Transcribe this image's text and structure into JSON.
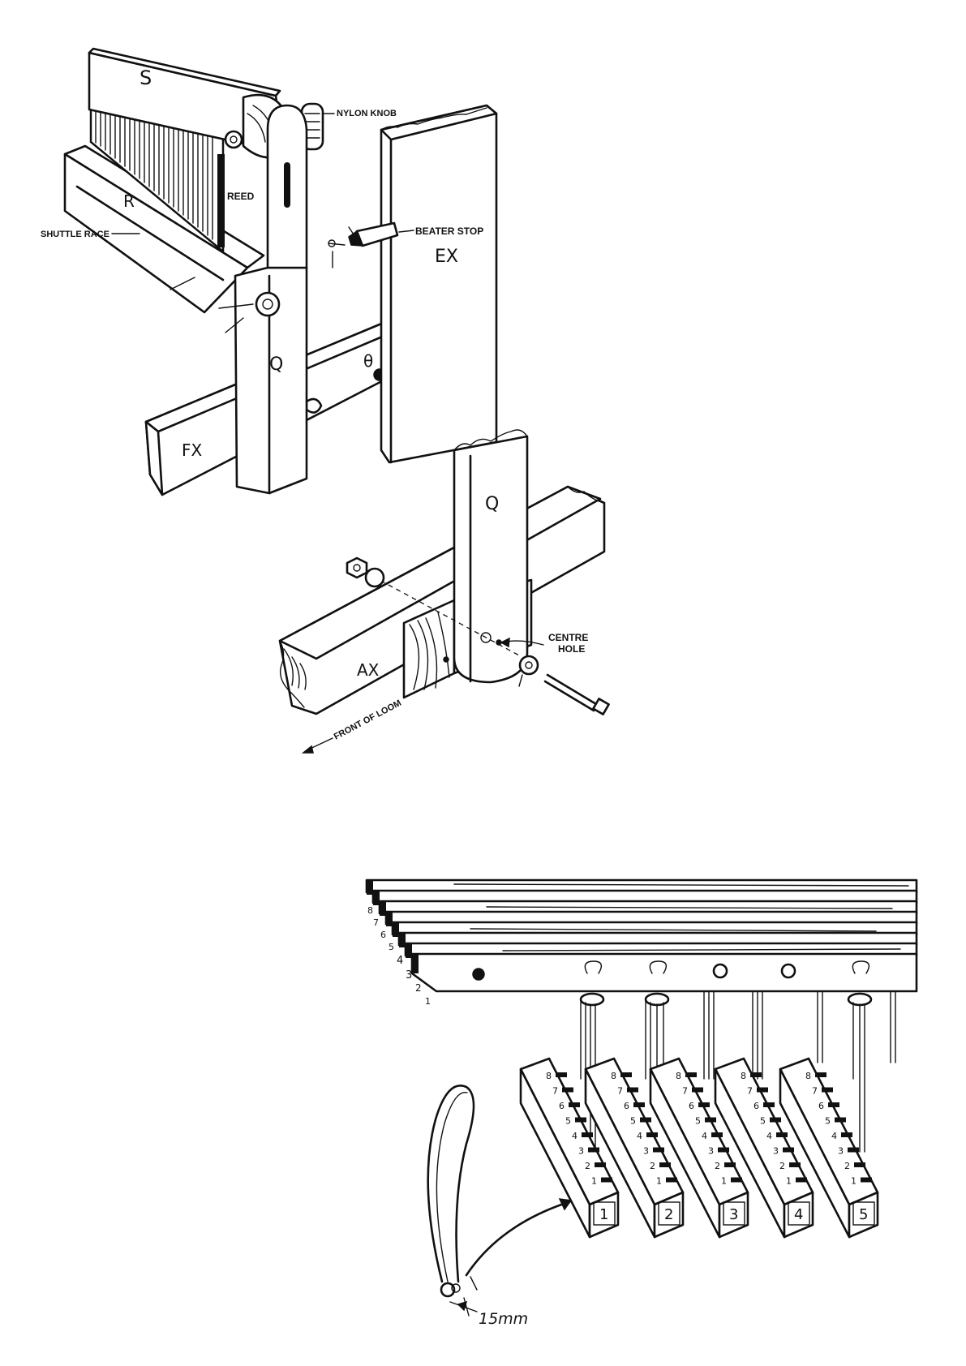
{
  "figure_top": {
    "labels": {
      "s": "S",
      "r": "R",
      "reed": "REED",
      "shuttle_race": "SHUTTLE RACE",
      "nylon_knob": "NYLON KNOB",
      "beater_stop": "BEATER STOP",
      "ex": "EX",
      "q": "Q",
      "fx": "FX"
    }
  },
  "figure_middle": {
    "labels": {
      "q": "Q",
      "ax": "AX",
      "centre_hole_line1": "CENTRE",
      "centre_hole_line2": "HOLE",
      "front_of_loom": "FRONT OF LOOM"
    }
  },
  "figure_bottom": {
    "shaft_numbers": [
      "8",
      "7",
      "6",
      "5",
      "4",
      "3",
      "2",
      "1"
    ],
    "lever_numbers": [
      "1",
      "2",
      "3",
      "4",
      "5"
    ],
    "slot_numbers": [
      "8",
      "7",
      "6",
      "5",
      "4",
      "3",
      "2",
      "1"
    ],
    "measurement": "15mm"
  }
}
